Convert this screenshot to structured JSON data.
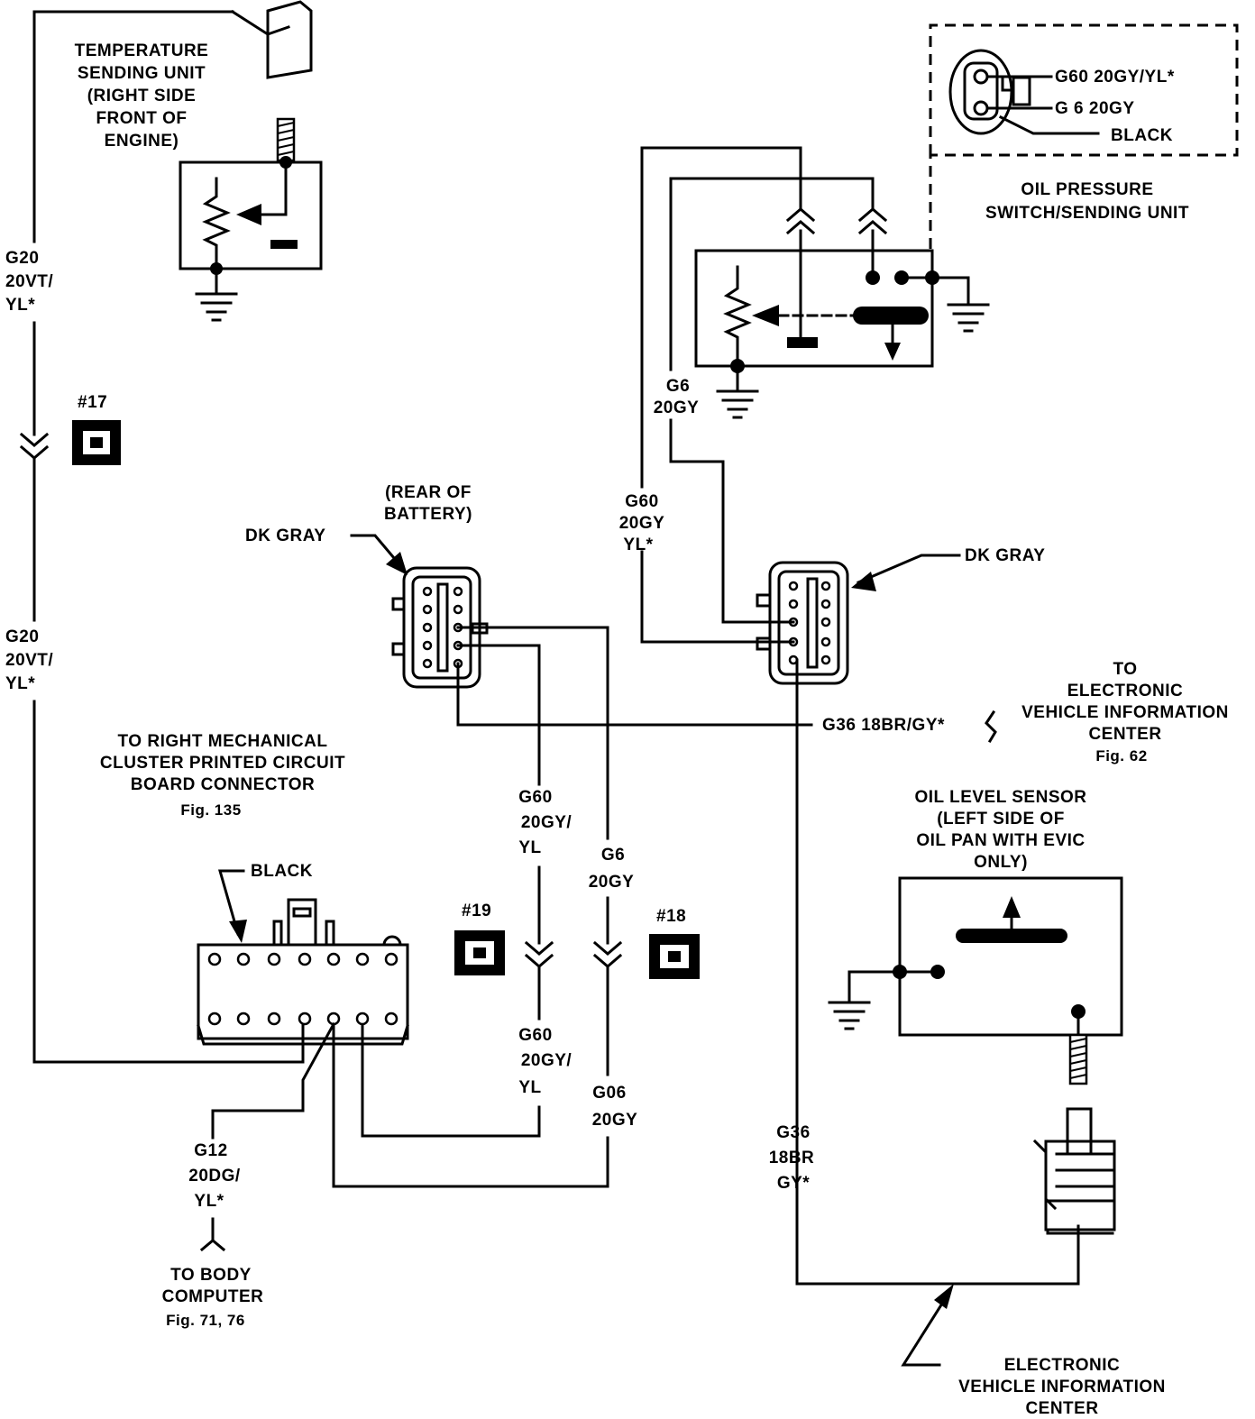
{
  "temp_sender": {
    "lines": [
      "TEMPERATURE",
      "SENDING UNIT",
      "(RIGHT SIDE",
      "FRONT OF",
      "ENGINE)"
    ]
  },
  "wires": {
    "g20_upper": [
      "G20",
      "20VT/",
      "YL*"
    ],
    "g20_lower": [
      "G20",
      "20VT/",
      "YL*"
    ],
    "g6_top": [
      "G6",
      "20GY"
    ],
    "g60_mid": [
      "G60",
      "20GY",
      "YL*"
    ],
    "g60_left_upper": [
      "G60",
      "20GY/",
      "YL"
    ],
    "g6_center": [
      "G6",
      "20GY"
    ],
    "g60_left_lower": [
      "G60",
      "20GY/",
      "YL"
    ],
    "g06": [
      "G06",
      "20GY"
    ],
    "g12": [
      "G12",
      "20DG/",
      "YL*"
    ],
    "g36_right": [
      "G36",
      "18BR",
      "GY*"
    ],
    "g36_horizontal": "G36 18BR/GY*"
  },
  "splices": {
    "s17": "#17",
    "s19": "#19",
    "s18": "#18"
  },
  "oil_pressure": {
    "pins": [
      "G60 20GY/YL*",
      "G 6 20GY",
      "BLACK"
    ],
    "title": [
      "OIL PRESSURE",
      "SWITCH/SENDING UNIT"
    ]
  },
  "battery_connector": {
    "title": [
      "(REAR OF",
      "BATTERY)"
    ],
    "color": "DK GRAY"
  },
  "right_connector": {
    "color": "DK GRAY"
  },
  "evic_ref": {
    "lines": [
      "TO",
      "ELECTRONIC",
      "VEHICLE INFORMATION",
      "CENTER"
    ],
    "fig": "Fig. 62"
  },
  "cluster_ref": {
    "lines": [
      "TO RIGHT MECHANICAL",
      "CLUSTER PRINTED CIRCUIT",
      "BOARD CONNECTOR"
    ],
    "fig": "Fig. 135"
  },
  "black_connector": {
    "label": "BLACK"
  },
  "oil_level": {
    "lines": [
      "OIL LEVEL SENSOR",
      "(LEFT SIDE OF",
      "OIL PAN WITH EVIC",
      "ONLY)"
    ]
  },
  "body_computer": {
    "lines": [
      "TO BODY",
      "COMPUTER"
    ],
    "fig": "Fig. 71, 76"
  },
  "evic_bottom": {
    "lines": [
      "ELECTRONIC",
      "VEHICLE INFORMATION",
      "CENTER"
    ]
  }
}
